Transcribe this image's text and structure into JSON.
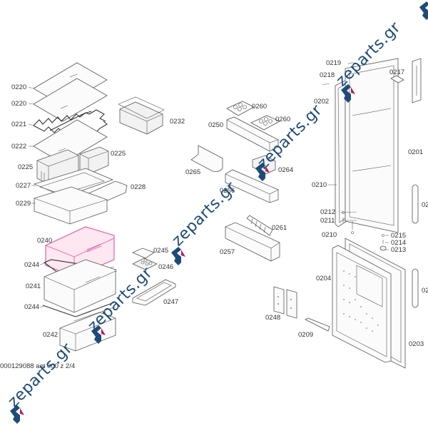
{
  "diagram": {
    "title": "Refrigerator exploded parts diagram",
    "highlighted_part": "0240",
    "highlight_color": "#e0559a",
    "footer_text": "000129088 aet 000 z 2/4",
    "watermark": {
      "text": "zeparts.gr",
      "logo_colors": {
        "dark": "#1d4b78",
        "accent": "#c2185b"
      }
    },
    "labels": {
      "p0220a": "0220",
      "p0220b": "0220",
      "p0221": "0221",
      "p0222": "0222",
      "p0225a": "0225",
      "p0225b": "0225",
      "p0227": "0227",
      "p0228": "0228",
      "p0229": "0229",
      "p0232": "0232",
      "p0240": "0240",
      "p0244a": "0244",
      "p0241": "0241",
      "p0244b": "0244",
      "p0242": "0242",
      "p0245": "0245",
      "p0246": "0246",
      "p0247": "0247",
      "p0250": "0250",
      "p0260a": "0260",
      "p0260b": "0260",
      "p0265": "0265",
      "p0264": "0264",
      "p0256": "0256",
      "p0261": "0261",
      "p0257": "0257",
      "p0248": "0248",
      "p0209": "0209",
      "p0219": "0219",
      "p0218": "0218",
      "p0217": "0217",
      "p0202": "0202",
      "p0201": "0201",
      "p0210a": "0210",
      "p0212": "0212",
      "p0211": "0211",
      "p0210b": "0210",
      "p0215": "0215",
      "p0214": "0214",
      "p0213": "0213",
      "p0204": "0204",
      "p0203": "0203",
      "p0206a": "02",
      "p0206b": "02"
    }
  }
}
